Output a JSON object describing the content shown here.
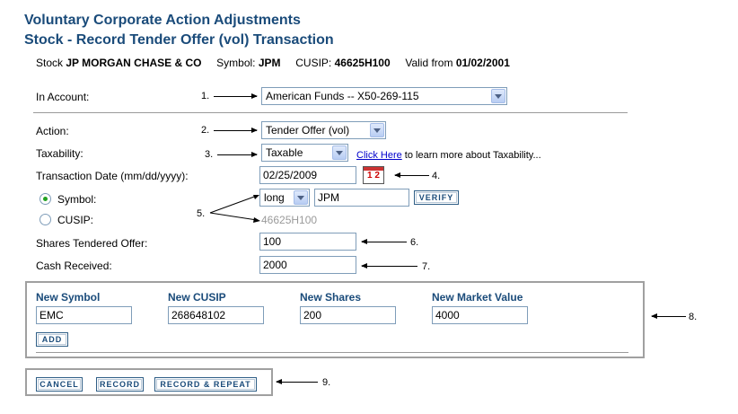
{
  "header": {
    "title": "Voluntary Corporate Action Adjustments",
    "subtitle": "Stock - Record Tender Offer (vol) Transaction"
  },
  "stock_info": {
    "stock_label": "Stock",
    "stock_name": "JP MORGAN CHASE & CO",
    "symbol_label": "Symbol:",
    "symbol": "JPM",
    "cusip_label": "CUSIP:",
    "cusip": "46625H100",
    "valid_label": "Valid from",
    "valid_date": "01/02/2001"
  },
  "form": {
    "account_label": "In Account:",
    "account_value": "American Funds -- X50-269-115",
    "action_label": "Action:",
    "action_value": "Tender Offer (vol)",
    "taxability_label": "Taxability:",
    "taxability_value": "Taxable",
    "taxability_link": "Click Here",
    "taxability_link_suffix": "to learn more about Taxability...",
    "date_label": "Transaction Date (mm/dd/yyyy):",
    "date_value": "02/25/2009",
    "calendar_icon_text": "1 2",
    "symbol_radio_label": "Symbol:",
    "symbol_type": "long",
    "symbol_value": "JPM",
    "verify_label": "VERIFY",
    "cusip_radio_label": "CUSIP:",
    "cusip_value": "46625H100",
    "shares_label": "Shares Tendered Offer:",
    "shares_value": "100",
    "cash_label": "Cash Received:",
    "cash_value": "2000"
  },
  "new_security": {
    "headers": [
      "New Symbol",
      "New CUSIP",
      "New Shares",
      "New Market Value"
    ],
    "values": [
      "EMC",
      "268648102",
      "200",
      "4000"
    ],
    "add_label": "ADD"
  },
  "actions": {
    "cancel_label": "CANCEL",
    "record_label": "RECORD",
    "record_repeat_label": "RECORD & REPEAT"
  },
  "steps": [
    "1.",
    "2.",
    "3.",
    "4.",
    "5.",
    "6.",
    "7.",
    "8.",
    "9."
  ],
  "colors": {
    "title": "#1a4b7a",
    "radio_selected": "#21a121",
    "link": "#0000cc"
  }
}
